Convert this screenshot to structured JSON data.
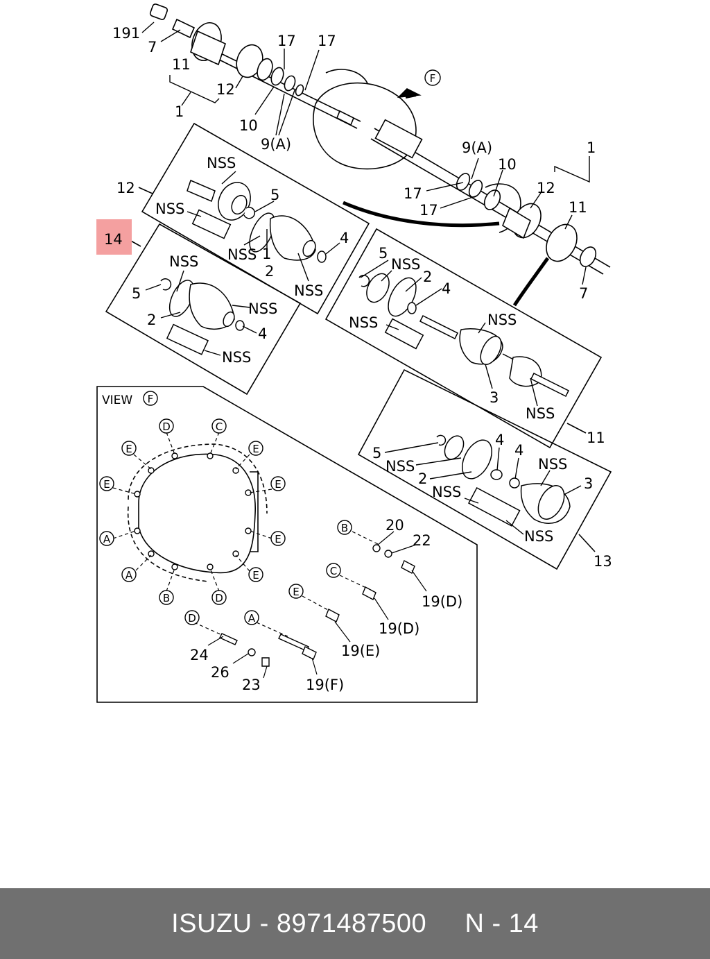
{
  "diagram": {
    "part_labels": {
      "p191": "191",
      "p7a": "7",
      "p11a": "11",
      "p1a": "1",
      "p12a": "12",
      "p17a": "17",
      "p17b": "17",
      "p10a": "10",
      "p9a": "9(A)",
      "pF_arrow": "F",
      "p1b": "1",
      "p9b": "9(A)",
      "p10b": "10",
      "p12b": "12",
      "p17c": "17",
      "p17d": "17",
      "p11b": "11",
      "p7b": "7",
      "p12c": "12",
      "p14": "14",
      "nss1": "NSS",
      "nss2": "NSS",
      "p5a": "5",
      "nss3": "NSS",
      "p1c": "1",
      "p2a": "2",
      "p4a": "4",
      "nss4": "NSS",
      "nss5": "NSS",
      "p5b": "5",
      "p2b": "2",
      "nss6": "NSS",
      "p4b": "4",
      "nss7": "NSS",
      "p5c": "5",
      "nss8": "NSS",
      "p2c": "2",
      "p4c": "4",
      "nss9": "NSS",
      "nss10": "NSS",
      "p3a": "3",
      "nss11": "NSS",
      "p11c": "11",
      "p4d": "4",
      "p4e": "4",
      "p5d": "5",
      "nss12": "NSS",
      "nss13": "NSS",
      "p2d": "2",
      "p3b": "3",
      "nss14": "NSS",
      "nss15": "NSS",
      "p13": "13",
      "view": "VIEW",
      "viewF": "F",
      "p20": "20",
      "p22": "22",
      "p19d1": "19(D)",
      "p19d2": "19(D)",
      "p19e": "19(E)",
      "p24": "24",
      "p26": "26",
      "p23": "23",
      "p19f": "19(F)"
    },
    "bolt_refs": {
      "b_d1": "D",
      "b_c1": "C",
      "b_e1": "E",
      "b_e2": "E",
      "b_e3": "E",
      "b_e4": "E",
      "b_e5": "E",
      "b_e6": "E",
      "b_a1": "A",
      "b_a2": "A",
      "b_b1": "B",
      "b_d2": "D",
      "k_b": "B",
      "k_c": "C",
      "k_e": "E",
      "k_d": "D",
      "k_a": "A"
    },
    "highlight_color": "#f4a0a0"
  },
  "footer": {
    "text": "ISUZU - 8971487500     N - 14",
    "background": "#707070"
  }
}
